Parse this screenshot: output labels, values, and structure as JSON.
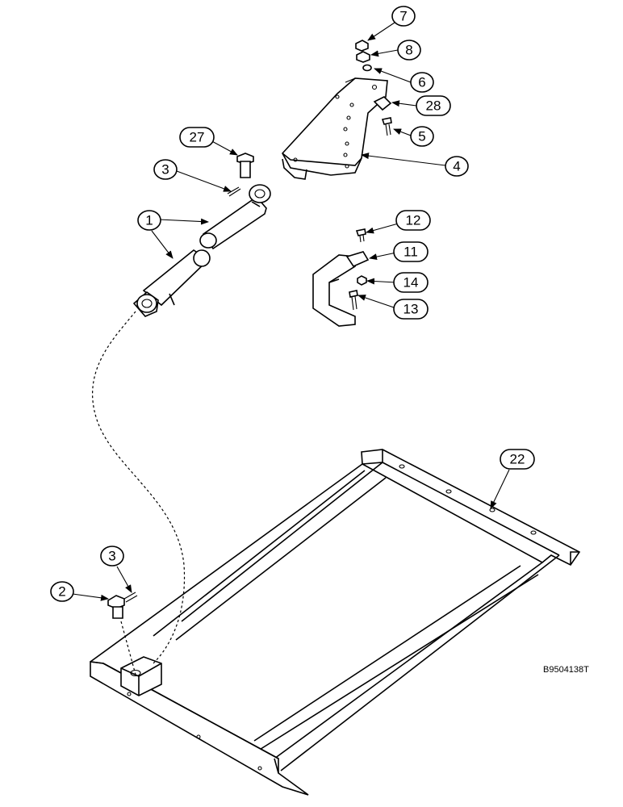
{
  "callouts": [
    {
      "id": "c7",
      "label": "7"
    },
    {
      "id": "c8",
      "label": "8"
    },
    {
      "id": "c6",
      "label": "6"
    },
    {
      "id": "c28",
      "label": "28"
    },
    {
      "id": "c5",
      "label": "5"
    },
    {
      "id": "c4",
      "label": "4"
    },
    {
      "id": "c27",
      "label": "27"
    },
    {
      "id": "c3a",
      "label": "3"
    },
    {
      "id": "c1",
      "label": "1"
    },
    {
      "id": "c12",
      "label": "12"
    },
    {
      "id": "c11",
      "label": "11"
    },
    {
      "id": "c14",
      "label": "14"
    },
    {
      "id": "c13",
      "label": "13"
    },
    {
      "id": "c22",
      "label": "22"
    },
    {
      "id": "c3b",
      "label": "3"
    },
    {
      "id": "c2",
      "label": "2"
    }
  ],
  "figure_ref": "B9504138T"
}
